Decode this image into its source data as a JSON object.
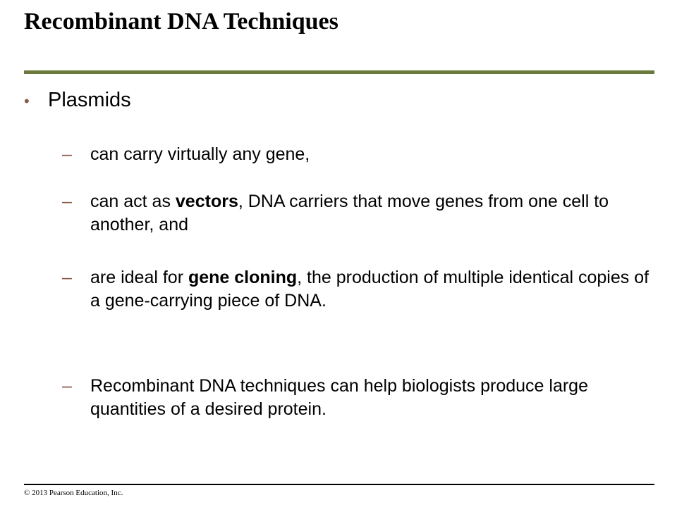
{
  "slide": {
    "title": "Recombinant DNA Techniques",
    "bullet": "Plasmids",
    "bullet_marker": "•",
    "dash": "–",
    "items": [
      {
        "pre": "can carry virtually any gene,",
        "bold": "",
        "post": ""
      },
      {
        "pre": "can act as ",
        "bold": "vectors",
        "post": ", DNA carriers that move genes from one cell to another, and"
      },
      {
        "pre": "are ideal for ",
        "bold": "gene cloning",
        "post": ", the production of multiple identical copies of a gene-carrying piece of DNA."
      },
      {
        "pre": "Recombinant DNA techniques can help biologists produce large quantities of a desired protein.",
        "bold": "",
        "post": ""
      }
    ],
    "footer": "© 2013 Pearson Education, Inc."
  },
  "colors": {
    "rule": "#6b7a3c",
    "marker": "#8a5a48"
  }
}
